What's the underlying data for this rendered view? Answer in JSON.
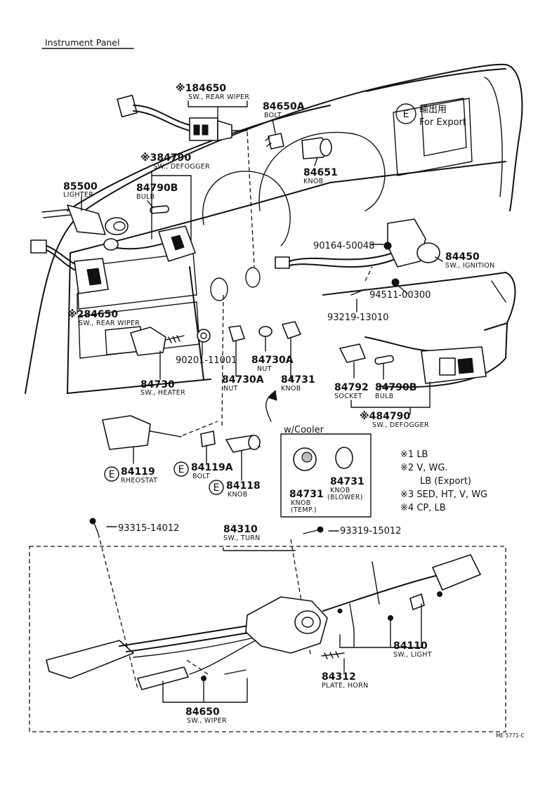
{
  "title": "Instrument Panel",
  "export_mark": {
    "symbol": "E",
    "jp": "輸出用",
    "en": "For Export"
  },
  "drawing_code": "ME 5771-C",
  "inset_label": "w/Cooler",
  "parts": {
    "p184650": {
      "mark": "※1",
      "number": "84650",
      "name": "SW., REAR WIPER"
    },
    "p84650A": {
      "number": "84650A",
      "name": "BOLT"
    },
    "p84651": {
      "number": "84651",
      "name": "KNOB"
    },
    "p84790top": {
      "mark": "※3",
      "number": "84790",
      "name": "SW., DEFOGGER"
    },
    "p85500": {
      "number": "85500",
      "name": "LIGHTER"
    },
    "p84790B": {
      "number": "84790B",
      "name": "BULB"
    },
    "p90164": {
      "number": "90164-50048"
    },
    "p84450": {
      "number": "84450",
      "name": "SW., IGNITION"
    },
    "p94511": {
      "number": "94511-00300"
    },
    "p93219": {
      "number": "93219-13010"
    },
    "p284650": {
      "mark": "※2",
      "number": "84650",
      "name": "SW., REAR WIPER"
    },
    "p90201": {
      "number": "90201-11001"
    },
    "p84730A_nut": {
      "number": "84730A",
      "name": "NUT"
    },
    "p84730A_nut2": {
      "number": "84730A",
      "name": "NUT"
    },
    "p84731": {
      "number": "84731",
      "name": "KNOB"
    },
    "p84730": {
      "number": "84730",
      "name": "SW., HEATER"
    },
    "p84792": {
      "number": "84792",
      "name": "SOCKET"
    },
    "p84790B2": {
      "number": "84790B",
      "name": "BULB"
    },
    "p484790": {
      "mark": "※4",
      "number": "84790",
      "name": "SW., DEFOGGER"
    },
    "p84119": {
      "number": "84119",
      "name": "RHEOSTAT"
    },
    "p84119A": {
      "number": "84119A",
      "name": "BOLT"
    },
    "p84118": {
      "number": "84118",
      "name": "KNOB"
    },
    "p84731temp": {
      "number": "84731",
      "name1": "KNOB",
      "name2": "(TEMP.)"
    },
    "p84731blow": {
      "number": "84731",
      "name1": "KNOB",
      "name2": "(BLOWER)"
    },
    "p93315": {
      "number": "93315-14012"
    },
    "p84310": {
      "number": "84310",
      "name": "SW., TURN"
    },
    "p93319": {
      "number": "93319-15012"
    },
    "p84110": {
      "number": "84110",
      "name": "SW., LIGHT"
    },
    "p84312": {
      "number": "84312",
      "name": "PLATE, HORN"
    },
    "p84650wiper": {
      "number": "84650",
      "name": "SW., WIPER"
    }
  },
  "legend": [
    {
      "mark": "※1",
      "text": "LB"
    },
    {
      "mark": "※2",
      "text": "V, WG."
    },
    {
      "mark": "",
      "text": "LB (Export)"
    },
    {
      "mark": "※3",
      "text": "SED, HT, V, WG"
    },
    {
      "mark": "※4",
      "text": "CP, LB"
    }
  ]
}
